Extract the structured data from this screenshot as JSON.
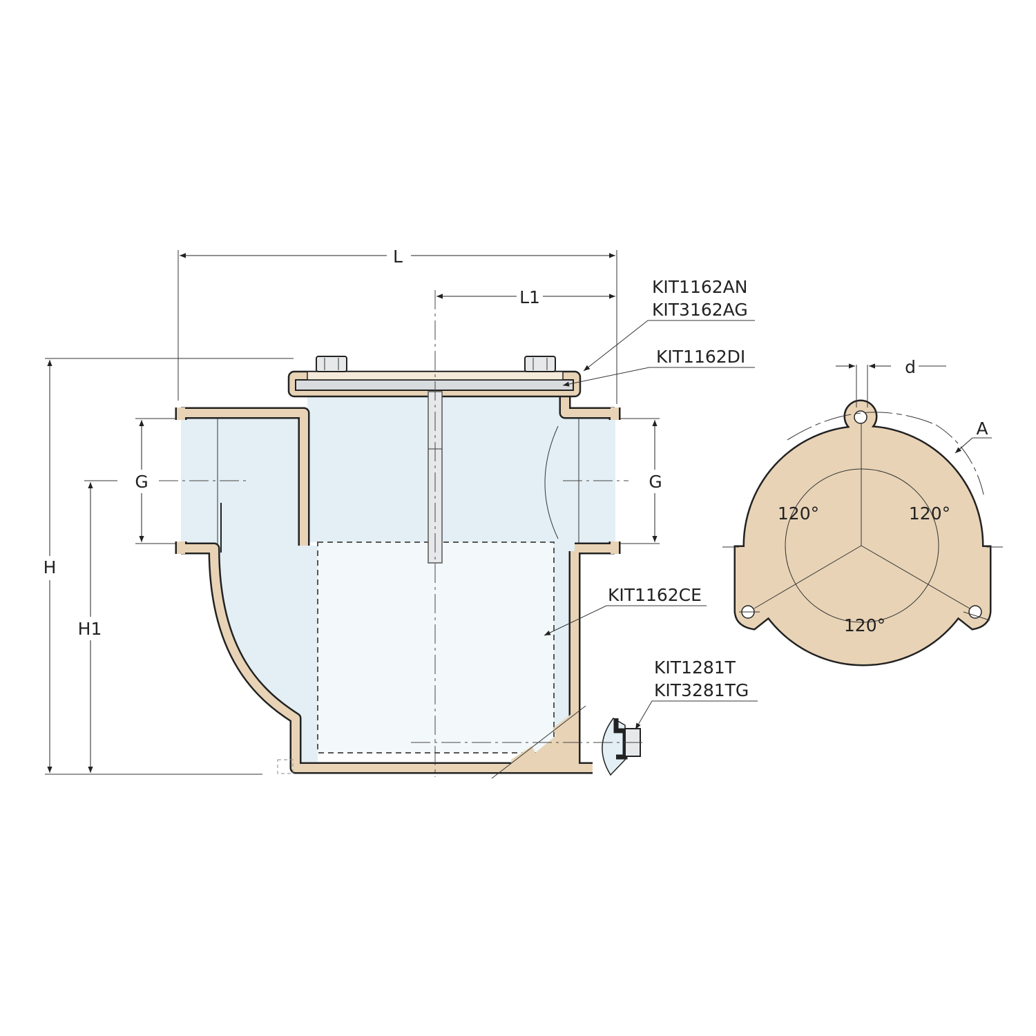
{
  "colors": {
    "bronze": "#e8d3b6",
    "fluid": "#e3eff5",
    "basket": "#f3f8fa",
    "outline": "#222222",
    "steel": "#d9dcde"
  },
  "dimensions": {
    "L": "L",
    "L1": "L1",
    "H": "H",
    "H1": "H1",
    "G_left": "G",
    "G_right": "G",
    "d": "d",
    "A": "A"
  },
  "angles": [
    "120°",
    "120°",
    "120°"
  ],
  "parts": {
    "cover_kit_1": "KIT1162AN",
    "cover_kit_2": "KIT3162AG",
    "gasket_kit": "KIT1162DI",
    "basket_kit": "KIT1162CE",
    "drain_kit_1": "KIT1281T",
    "drain_kit_2": "KIT3281TG"
  }
}
